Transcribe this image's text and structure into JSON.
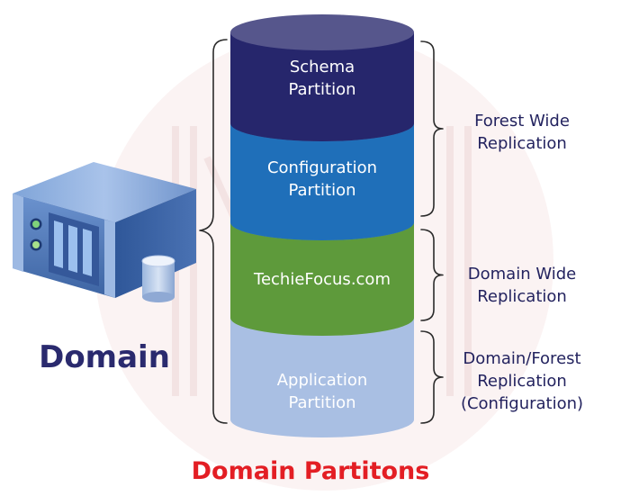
{
  "title": "Domain Partitons",
  "server_label": "Domain",
  "segments": [
    {
      "lines": [
        "Schema",
        "Partition"
      ],
      "color": "#26266c"
    },
    {
      "lines": [
        "Configuration",
        "Partition"
      ],
      "color": "#1f6fb9"
    },
    {
      "lines": [
        "TechieFocus.com"
      ],
      "color": "#5e9a3b"
    },
    {
      "lines": [
        "Application",
        "Partition"
      ],
      "color": "#a9bfe3"
    }
  ],
  "annotations": [
    {
      "lines": [
        "Forest Wide",
        "Replication"
      ]
    },
    {
      "lines": [
        "Domain Wide",
        "Replication"
      ]
    },
    {
      "lines": [
        "Domain/Forest",
        "Replication",
        "(Configuration)"
      ]
    }
  ],
  "colors": {
    "title": "#e31e24",
    "server_label": "#2a2a6e",
    "annotation_text": "#23235f",
    "server_body": "#5b86c6",
    "watermark": "#f7ecec"
  },
  "icons": [
    "server-icon",
    "database-icon",
    "watermark-logo-icon"
  ]
}
